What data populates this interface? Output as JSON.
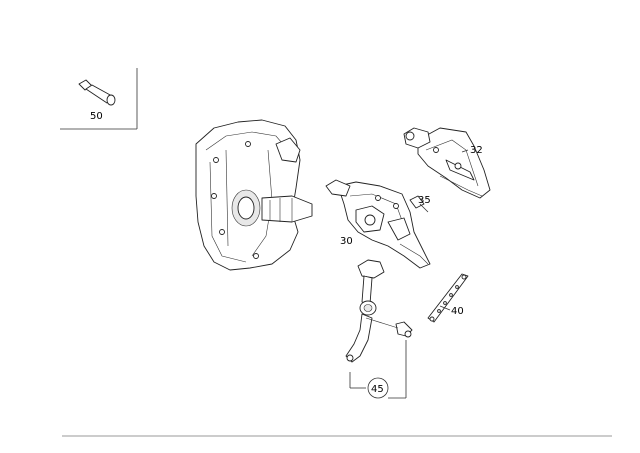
{
  "labels": {
    "part_50": "50",
    "part_32": "32",
    "part_35": "35",
    "part_30": "30",
    "part_40": "40",
    "part_45": "45"
  }
}
